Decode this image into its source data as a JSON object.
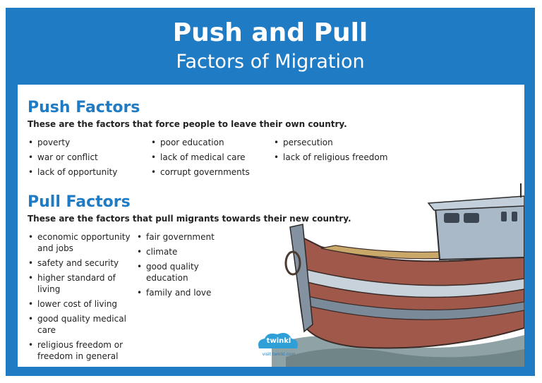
{
  "header": {
    "title": "Push and Pull",
    "subtitle": "Factors of Migration"
  },
  "push": {
    "heading": "Push Factors",
    "description": "These are the factors that force people to leave their own country.",
    "columns": [
      [
        "poverty",
        "war or conflict",
        "lack of opportunity"
      ],
      [
        "poor education",
        "lack of medical care",
        "corrupt governments"
      ],
      [
        "persecution",
        "lack of religious freedom"
      ]
    ]
  },
  "pull": {
    "heading": "Pull Factors",
    "description": "These are the factors that pull migrants towards their new country.",
    "columns": [
      [
        "economic opportunity and jobs",
        "safety and security",
        "higher standard of living",
        "lower cost of living",
        "good quality medical care",
        "religious freedom or freedom in general"
      ],
      [
        "fair government",
        "climate",
        "good quality education",
        "family and love"
      ]
    ]
  },
  "logo": {
    "brand": "twinkl",
    "url": "visit twinkl.com"
  },
  "colors": {
    "brand_blue": "#1f7cc4",
    "flag_red": "#c9433f",
    "hull_brown": "#8a4a3e",
    "cabin_blue": "#aab9c8"
  }
}
